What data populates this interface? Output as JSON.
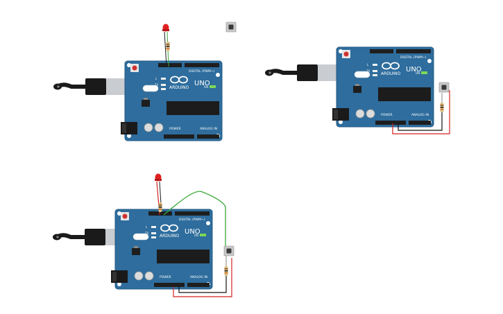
{
  "board": {
    "brand": "ARDUINO",
    "model": "UNO",
    "digital_label": "DIGITAL (PWM~)",
    "power_label": "POWER",
    "analog_label": "ANALOG IN",
    "led_labels": [
      "L",
      "TX",
      "RX"
    ],
    "on_label": "ON"
  },
  "colors": {
    "board": "#2e6d9d",
    "board_edge": "#245a84",
    "header": "#1e1e1e",
    "chip": "#1c1c1c",
    "usb_silver": "#c9ccd0",
    "cable": "#1a1a1a",
    "led_red": "#e02020",
    "wire_green": "#3aa83a",
    "wire_red": "#d42020",
    "wire_black": "#111111",
    "resistor": "#d8c28a",
    "button": "#c9c9c9"
  },
  "circuits": [
    {
      "id": "top-left",
      "components": [
        "arduino-uno",
        "usb-cable",
        "led",
        "resistor"
      ],
      "standalone": [
        "push-button"
      ]
    },
    {
      "id": "top-right",
      "components": [
        "arduino-uno",
        "usb-cable",
        "push-button",
        "resistor"
      ]
    },
    {
      "id": "bottom",
      "components": [
        "arduino-uno",
        "usb-cable",
        "led",
        "resistor",
        "push-button",
        "resistor"
      ]
    }
  ]
}
